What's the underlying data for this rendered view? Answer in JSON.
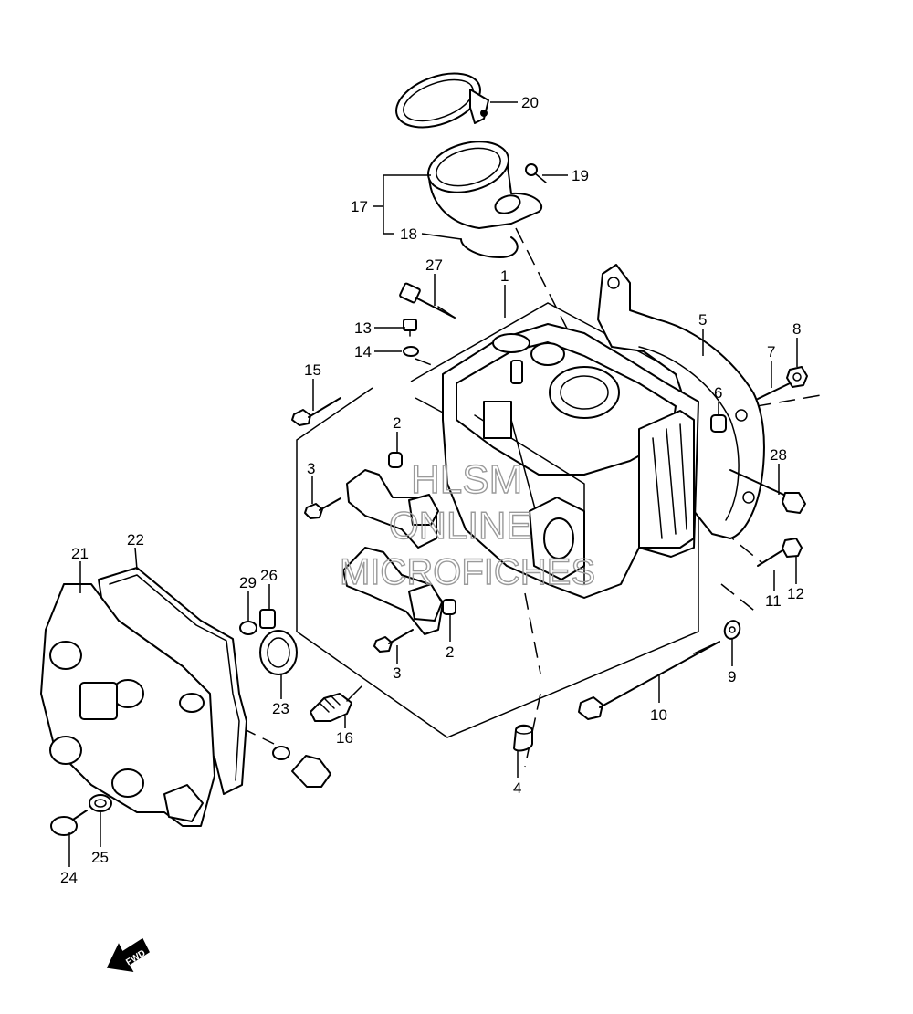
{
  "diagram": {
    "callouts": [
      {
        "id": "20",
        "label": "20"
      },
      {
        "id": "19",
        "label": "19"
      },
      {
        "id": "17",
        "label": "17"
      },
      {
        "id": "18",
        "label": "18"
      },
      {
        "id": "27",
        "label": "27"
      },
      {
        "id": "1",
        "label": "1"
      },
      {
        "id": "13",
        "label": "13"
      },
      {
        "id": "14",
        "label": "14"
      },
      {
        "id": "5",
        "label": "5"
      },
      {
        "id": "8",
        "label": "8"
      },
      {
        "id": "7",
        "label": "7"
      },
      {
        "id": "15",
        "label": "15"
      },
      {
        "id": "6",
        "label": "6"
      },
      {
        "id": "2a",
        "label": "2"
      },
      {
        "id": "28",
        "label": "28"
      },
      {
        "id": "3a",
        "label": "3"
      },
      {
        "id": "22",
        "label": "22"
      },
      {
        "id": "21",
        "label": "21"
      },
      {
        "id": "29",
        "label": "29"
      },
      {
        "id": "26",
        "label": "26"
      },
      {
        "id": "11",
        "label": "11"
      },
      {
        "id": "12",
        "label": "12"
      },
      {
        "id": "2b",
        "label": "2"
      },
      {
        "id": "3b",
        "label": "3"
      },
      {
        "id": "9",
        "label": "9"
      },
      {
        "id": "23",
        "label": "23"
      },
      {
        "id": "10",
        "label": "10"
      },
      {
        "id": "16",
        "label": "16"
      },
      {
        "id": "4",
        "label": "4"
      },
      {
        "id": "24",
        "label": "24"
      },
      {
        "id": "25",
        "label": "25"
      }
    ],
    "watermark": {
      "line1": "HLSM",
      "line2": "ONLINE",
      "line3": "MICROFICHES"
    },
    "fwd_arrow_label": "FWD"
  }
}
